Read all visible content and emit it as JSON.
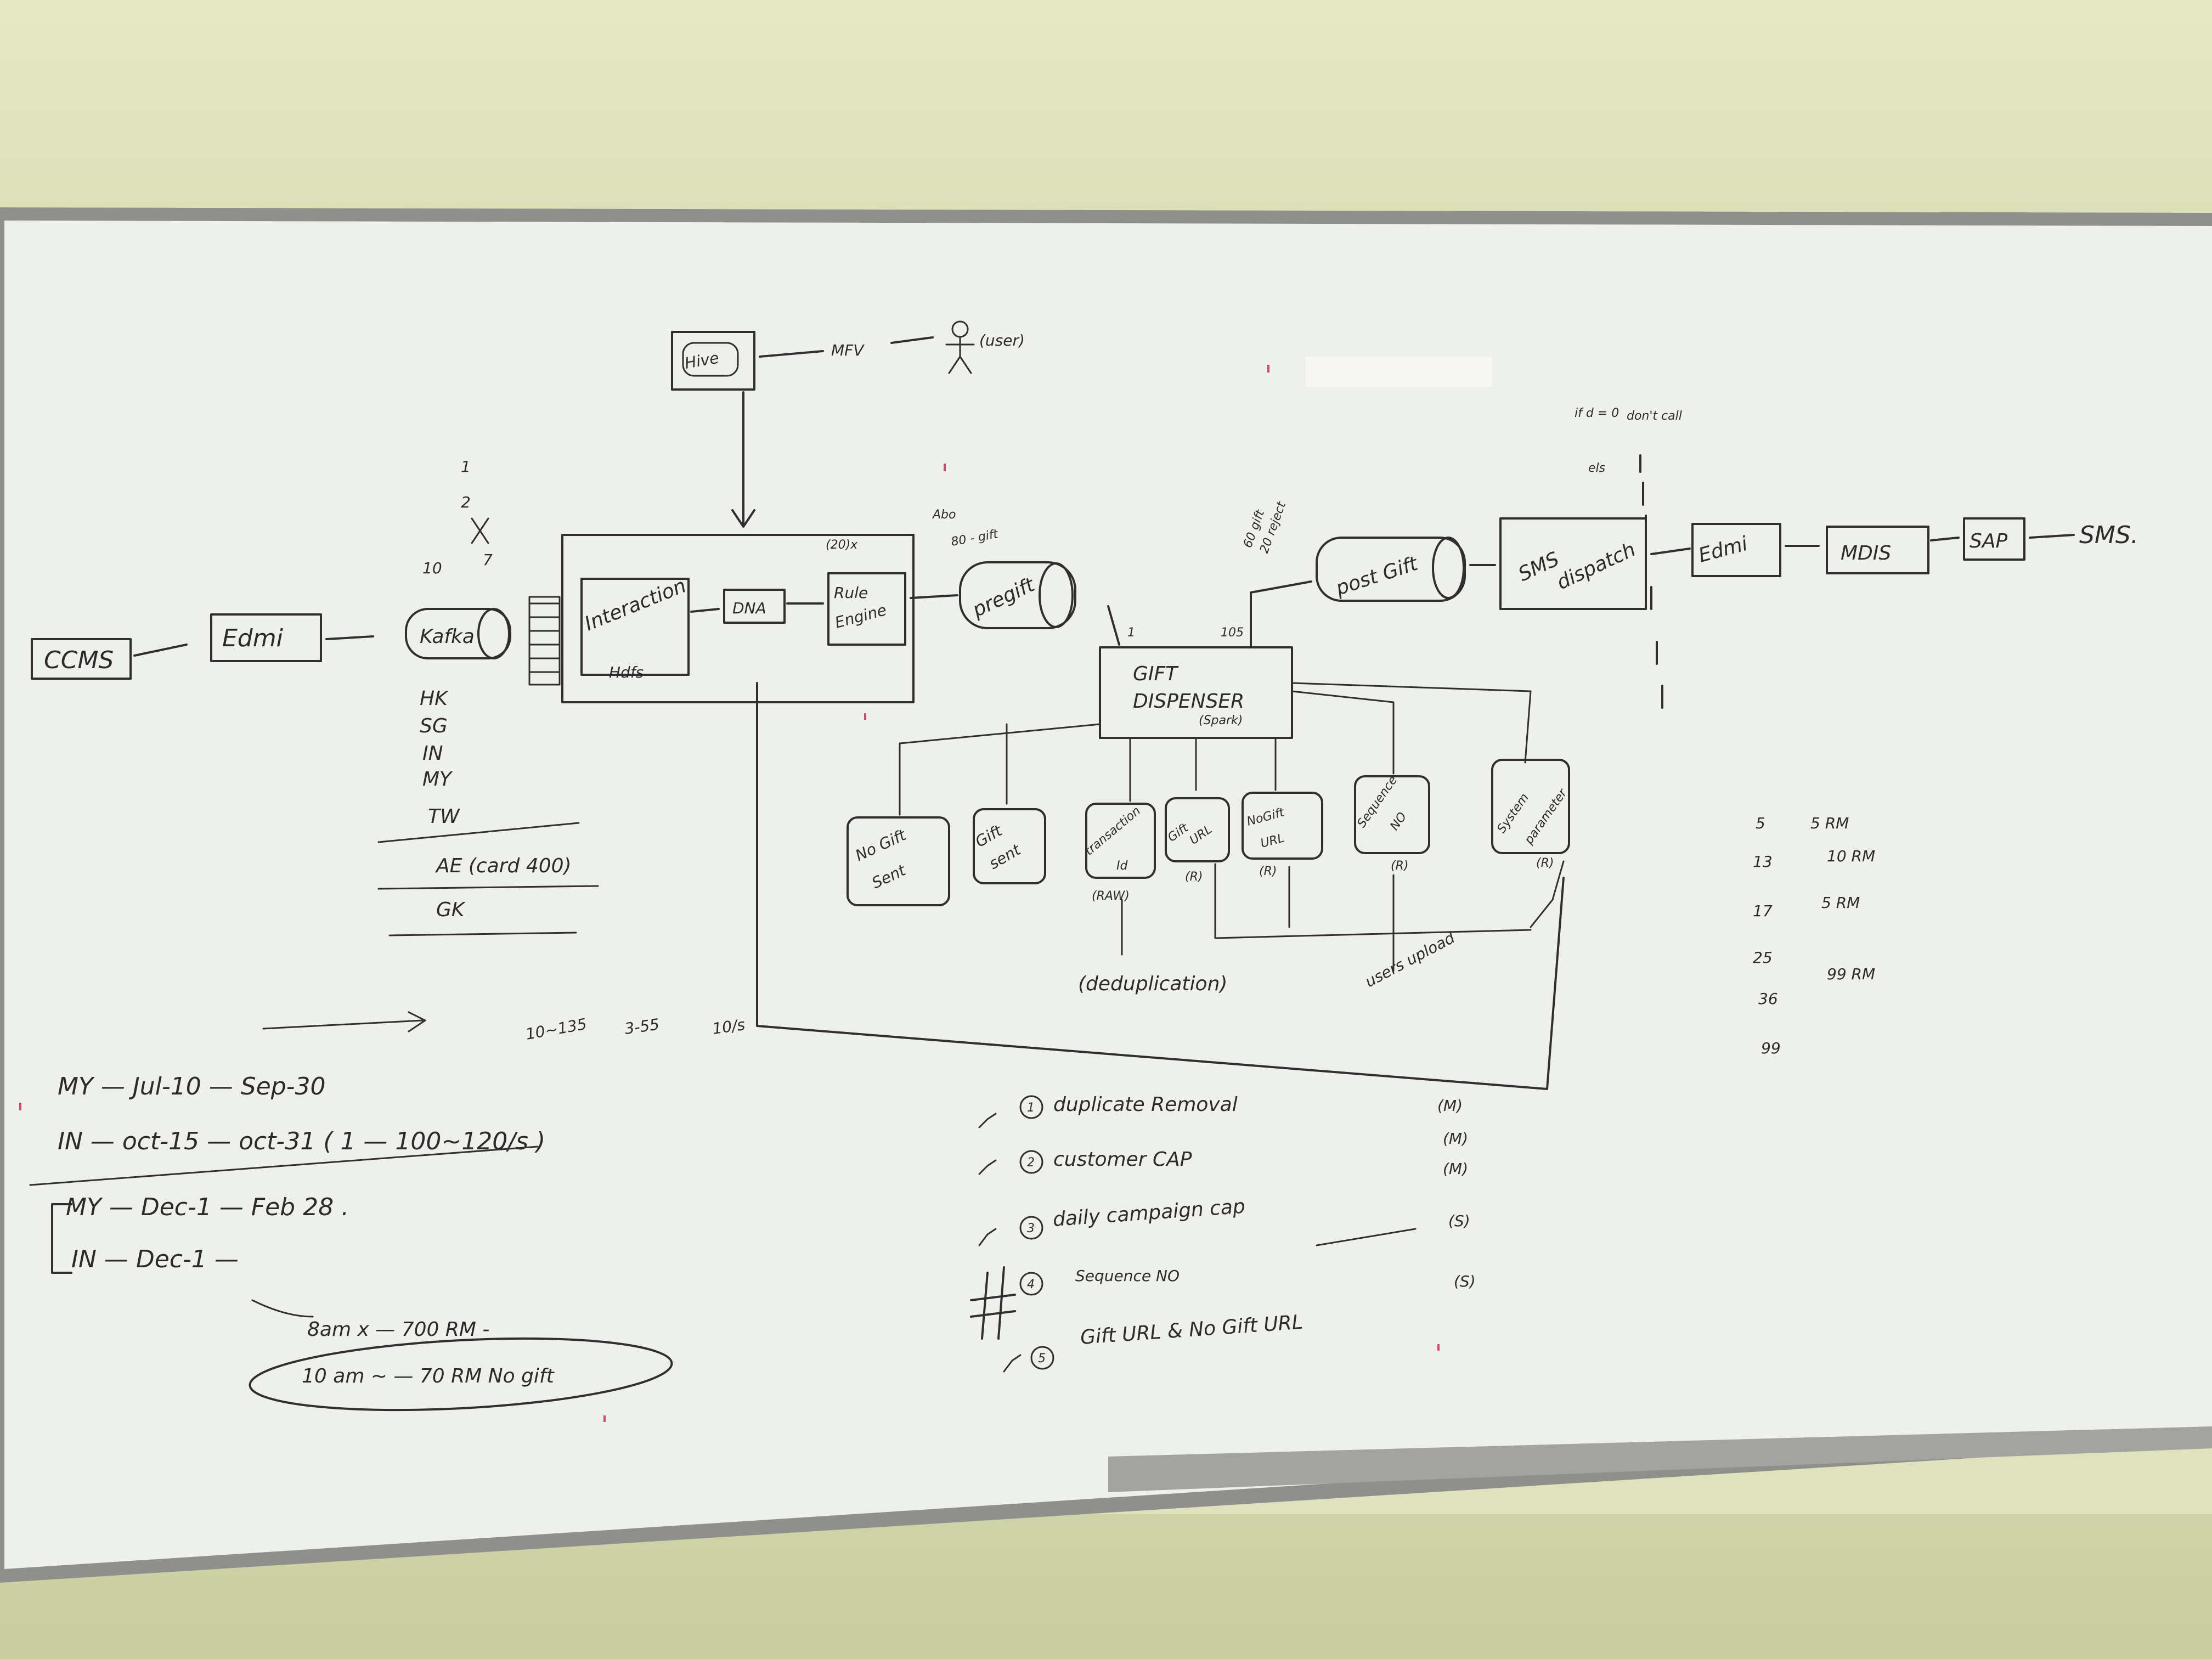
{
  "diagram": {
    "pipeline": {
      "ccms": "CCMS",
      "edmi_1": "Edmi",
      "kafka": "Kafka",
      "interaction": "Interaction",
      "hdfs": "Hdfs",
      "dna": "DNA",
      "rule_engine_top": "Rule",
      "rule_engine_bottom": "Engine",
      "rule_multiplier": "(20)x",
      "pregift": "pregift",
      "pregift_note_1": "Abo",
      "pregift_note_2": "80 - gift",
      "hive": "Hive",
      "mfv": "MFV",
      "user": "(user)",
      "post_gift": "post Gift",
      "post_gift_note_1": "60 gift",
      "post_gift_note_2": "20 reject",
      "sms_dispatch_top": "SMS",
      "sms_dispatch_bottom": "dispatch",
      "edmi_2": "Edmi",
      "mdis": "MDIS",
      "sap": "SAP",
      "sms_out": "SMS."
    },
    "kafka_marks": [
      "1",
      "2",
      "7",
      "10"
    ],
    "countries": [
      "HK",
      "SG",
      "IN",
      "MY",
      "TW",
      "AE (card 400)",
      "GK"
    ],
    "gift_dispenser": {
      "title": "GIFT",
      "subtitle": "DISPENSER",
      "engine": "(Spark)",
      "count_in": "1",
      "count_out": "105"
    },
    "stores": [
      {
        "top": "No Gift",
        "bottom": "Sent",
        "tag": ""
      },
      {
        "top": "Gift",
        "bottom": "sent",
        "tag": ""
      },
      {
        "top": "transaction",
        "bottom": "Id",
        "tag": "(RAW)"
      },
      {
        "top": "Gift",
        "bottom": "URL",
        "tag": "(R)"
      },
      {
        "top": "NoGift",
        "bottom": "URL",
        "tag": "(R)"
      },
      {
        "top": "Sequence",
        "bottom": "NO",
        "tag": "(R)"
      },
      {
        "top": "System",
        "bottom": "parameter",
        "tag": "(R)"
      }
    ],
    "deduplication": "(deduplication)",
    "users_upload": "users upload",
    "condition_1": "if  d = 0",
    "condition_2": "don't call",
    "condition_3": "els"
  },
  "notes": {
    "rate": {
      "a": "10~135",
      "b": "3-55",
      "c": "10/s"
    },
    "schedule": [
      "MY — Jul-10 — Sep-30",
      "IN — oct-15 — oct-31   ( 1 — 100~120/s )",
      "MY — Dec-1 — Feb 28 .",
      "IN — Dec-1 —"
    ],
    "time_1": "8am  x — 700 RM -",
    "time_2": "10 am  ~ — 70 RM  No gift",
    "checklist": [
      {
        "num": "1",
        "text": "duplicate Removal",
        "tag": "(M)"
      },
      {
        "num": "2",
        "text": "customer CAP",
        "tag": "(M)"
      },
      {
        "num": "3",
        "text": "daily campaign cap",
        "tag": "(M)"
      },
      {
        "num": "4",
        "text": "Sequence NO",
        "tag": "(S)"
      },
      {
        "num": "5",
        "text": "Gift URL & No Gift URL",
        "tag": "(S)"
      }
    ],
    "tiers": [
      {
        "n": "5",
        "v": "5 RM"
      },
      {
        "n": "13",
        "v": "10 RM"
      },
      {
        "n": "17",
        "v": "5 RM"
      },
      {
        "n": "25",
        "v": ""
      },
      {
        "n": "36",
        "v": "99 RM"
      },
      {
        "n": "99",
        "v": ""
      }
    ]
  },
  "colors": {
    "wall": "#dfe2bd",
    "board": "#f1f3ef",
    "frame": "#9a9a98",
    "ink": "#2b2b2b",
    "red_fleck": "#d24a6a"
  }
}
